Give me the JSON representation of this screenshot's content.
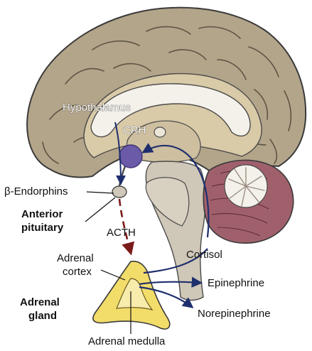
{
  "labels": {
    "hypothalamus": "Hypothalamus",
    "crh": "CRH",
    "beta_endorphins": "β-Endorphins",
    "anterior": "Anterior",
    "pituitary": "pituitary",
    "acth": "ACTH",
    "cortisol": "Cortisol",
    "adrenal": "Adrenal",
    "cortex": "cortex",
    "epinephrine": "Epinephrine",
    "norepinephrine": "Norepinephrine",
    "adrenal_bold": "Adrenal",
    "gland": "gland",
    "adrenal_medulla": "Adrenal medulla"
  },
  "colors": {
    "cerebrum": "#b3a58a",
    "cerebrum_outline": "#3a3a3a",
    "inner_tissue": "#d9caa8",
    "white_matter": "#f4f1ea",
    "brainstem": "#cfc7b7",
    "cerebellum": "#a0606b",
    "hypothalamus_node": "#6a5aa8",
    "hormone_arrow": "#1f2f6e",
    "acth_arrow": "#7a1a1a",
    "adrenal_cortex": "#f2dc6a",
    "adrenal_medulla": "#f7ecac"
  }
}
